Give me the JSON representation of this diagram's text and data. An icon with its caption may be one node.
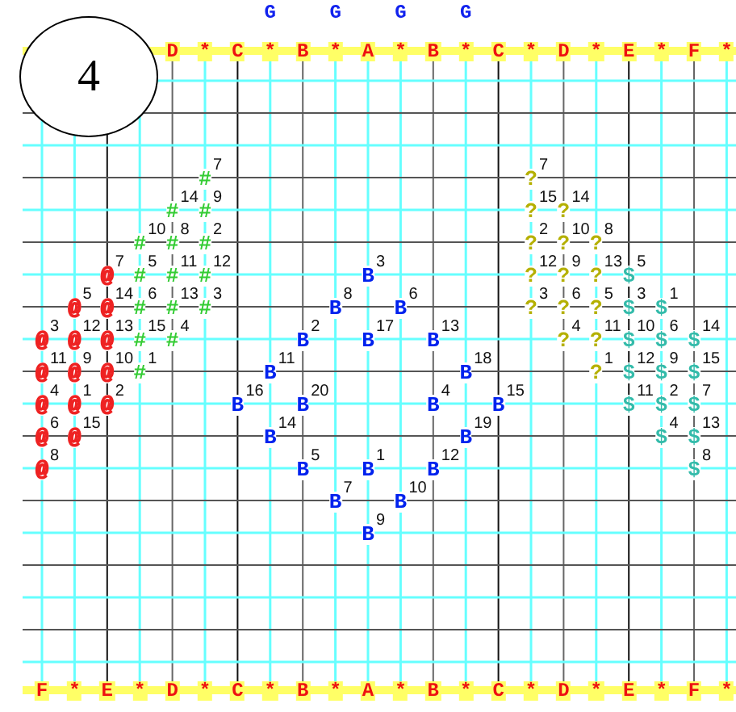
{
  "diagram": {
    "nodes": [
      {
        "text": [
          "4"
        ]
      }
    ],
    "labels": [
      "G",
      "G",
      "G",
      "G",
      "D",
      "*",
      "C",
      "*",
      "B",
      "*",
      "A",
      "*",
      "B",
      "*",
      "C",
      "*",
      "D",
      "*",
      "E",
      "*",
      "F",
      "*",
      "#",
      "7",
      "?",
      "7",
      "#",
      "14",
      "#",
      "9",
      "?",
      "15",
      "?",
      "14",
      "#",
      "10",
      "#",
      "8",
      "#",
      "2",
      "?",
      "2",
      "?",
      "10",
      "?",
      "8",
      "@",
      "7",
      "#",
      "5",
      "#",
      "11",
      "#",
      "12",
      "B",
      "3",
      "?",
      "12",
      "?",
      "9",
      "?",
      "13",
      "$",
      "5",
      "@",
      "5",
      "@",
      "14",
      "#",
      "6",
      "#",
      "13",
      "#",
      "3",
      "B",
      "8",
      "B",
      "6",
      "?",
      "3",
      "?",
      "6",
      "?",
      "5",
      "$",
      "3",
      "$",
      "1",
      "@",
      "3",
      "@",
      "12",
      "@",
      "13",
      "#",
      "15",
      "#",
      "4",
      "B",
      "2",
      "B",
      "17",
      "B",
      "13",
      "?",
      "4",
      "?",
      "11",
      "$",
      "10",
      "$",
      "6",
      "$",
      "14",
      "@",
      "11",
      "@",
      "9",
      "@",
      "10",
      "#",
      "1",
      "B",
      "11",
      "B",
      "18",
      "?",
      "1",
      "$",
      "12",
      "$",
      "9",
      "$",
      "15",
      "@",
      "4",
      "@",
      "1",
      "@",
      "2",
      "B",
      "16",
      "B",
      "20",
      "B",
      "4",
      "B",
      "15",
      "$",
      "11",
      "$",
      "2",
      "$",
      "7",
      "@",
      "6",
      "@",
      "15",
      "B",
      "14",
      "B",
      "19",
      "$",
      "4",
      "$",
      "13",
      "@",
      "8",
      "B",
      "5",
      "B",
      "1",
      "B",
      "12",
      "$",
      "8",
      "B",
      "7",
      "B",
      "10",
      "B",
      "9",
      "F",
      "*",
      "E",
      "*",
      "D",
      "*",
      "C",
      "*",
      "B",
      "*",
      "A",
      "*",
      "B",
      "*",
      "C",
      "*",
      "D",
      "*",
      "E",
      "*",
      "F",
      "*"
    ]
  }
}
